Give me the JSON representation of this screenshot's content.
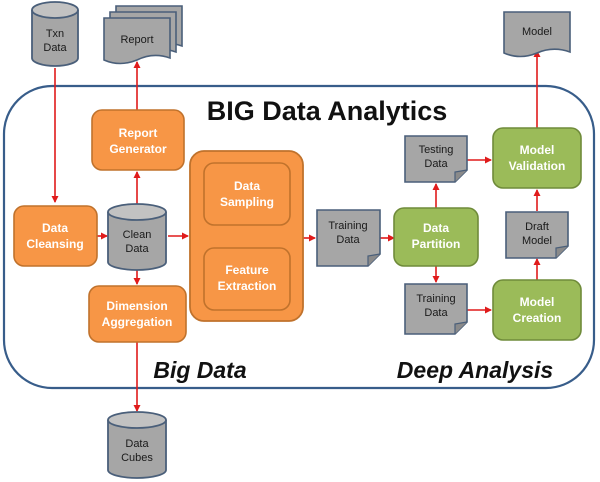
{
  "title": "BIG Data Analytics",
  "region_labels": {
    "big_data": "Big Data",
    "deep_analysis": "Deep Analysis"
  },
  "nodes": {
    "txn_data": [
      "Txn",
      "Data"
    ],
    "report": [
      "Report"
    ],
    "report_generator": [
      "Report",
      "Generator"
    ],
    "data_cleansing": [
      "Data",
      "Cleansing"
    ],
    "clean_data": [
      "Clean",
      "Data"
    ],
    "dimension_aggregation": [
      "Dimension",
      "Aggregation"
    ],
    "data_cubes": [
      "Data",
      "Cubes"
    ],
    "data_sampling": [
      "Data",
      "Sampling"
    ],
    "feature_extraction": [
      "Feature",
      "Extraction"
    ],
    "training_data_1": [
      "Training",
      "Data"
    ],
    "data_partition": [
      "Data",
      "Partition"
    ],
    "testing_data": [
      "Testing",
      "Data"
    ],
    "training_data_2": [
      "Training",
      "Data"
    ],
    "model_validation": [
      "Model",
      "Validation"
    ],
    "model_creation": [
      "Model",
      "Creation"
    ],
    "draft_model": [
      "Draft",
      "Model"
    ],
    "model": [
      "Model"
    ]
  },
  "colors": {
    "orange_fill": "#f79646",
    "orange_stroke": "#c0722c",
    "green_fill": "#9bbb59",
    "green_stroke": "#6f8b3a",
    "gray_fill": "#a6a6a6",
    "gray_stroke": "#4a5f7a",
    "frame_stroke": "#385d8a",
    "arrow": "#e01b1b"
  }
}
